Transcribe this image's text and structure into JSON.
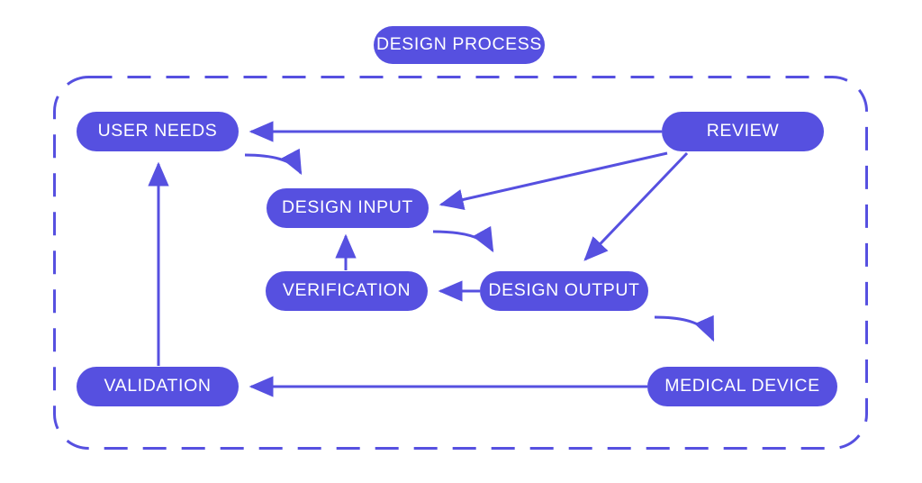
{
  "diagram": {
    "title": "DESIGN PROCESS",
    "accent_color": "#5650E0",
    "background_color": "#FFFFFF",
    "label_color": "#FFFFFF",
    "container": {
      "name": "design-process-boundary",
      "style": "dashed rounded rectangle"
    },
    "nodes": [
      {
        "id": "design-process",
        "label": "DESIGN PROCESS"
      },
      {
        "id": "user-needs",
        "label": "USER NEEDS"
      },
      {
        "id": "review",
        "label": "REVIEW"
      },
      {
        "id": "design-input",
        "label": "DESIGN INPUT"
      },
      {
        "id": "verification",
        "label": "VERIFICATION"
      },
      {
        "id": "design-output",
        "label": "DESIGN OUTPUT"
      },
      {
        "id": "validation",
        "label": "VALIDATION"
      },
      {
        "id": "medical-device",
        "label": "MEDICAL DEVICE"
      }
    ],
    "edges": [
      {
        "id": "review-to-user-needs",
        "from": "REVIEW",
        "to": "USER NEEDS",
        "shape": "straight"
      },
      {
        "id": "user-needs-to-design-input",
        "from": "USER NEEDS",
        "to": "DESIGN INPUT",
        "shape": "curved"
      },
      {
        "id": "review-to-design-input",
        "from": "REVIEW",
        "to": "DESIGN INPUT",
        "shape": "straight"
      },
      {
        "id": "review-to-design-output",
        "from": "REVIEW",
        "to": "DESIGN OUTPUT",
        "shape": "straight"
      },
      {
        "id": "design-input-to-design-output",
        "from": "DESIGN INPUT",
        "to": "DESIGN OUTPUT",
        "shape": "curved"
      },
      {
        "id": "design-output-to-verification",
        "from": "DESIGN OUTPUT",
        "to": "VERIFICATION",
        "shape": "straight"
      },
      {
        "id": "verification-to-design-input",
        "from": "VERIFICATION",
        "to": "DESIGN INPUT",
        "shape": "straight"
      },
      {
        "id": "design-output-to-medical-device",
        "from": "DESIGN OUTPUT",
        "to": "MEDICAL DEVICE",
        "shape": "curved"
      },
      {
        "id": "medical-device-to-validation",
        "from": "MEDICAL DEVICE",
        "to": "VALIDATION",
        "shape": "straight"
      },
      {
        "id": "validation-to-user-needs",
        "from": "VALIDATION",
        "to": "USER NEEDS",
        "shape": "straight"
      }
    ]
  }
}
